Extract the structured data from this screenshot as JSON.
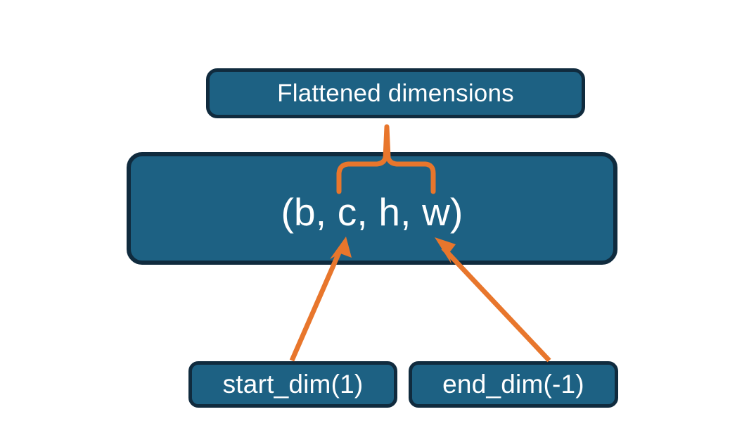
{
  "diagram": {
    "title_node": {
      "label": "Flattened dimensions"
    },
    "shape_node": {
      "label": "(b, c, h, w)"
    },
    "start_node": {
      "label": "start_dim(1)"
    },
    "end_node": {
      "label": "end_dim(-1)"
    }
  },
  "colors": {
    "box_fill": "#1d6183",
    "box_border": "#102b3e",
    "box_text": "#ffffff",
    "accent_orange": "#e8762c",
    "background": "#ffffff"
  },
  "annotations": {
    "brace_name": "flattened-range-brace",
    "start_arrow_name": "start-dim-arrow",
    "end_arrow_name": "end-dim-arrow"
  }
}
